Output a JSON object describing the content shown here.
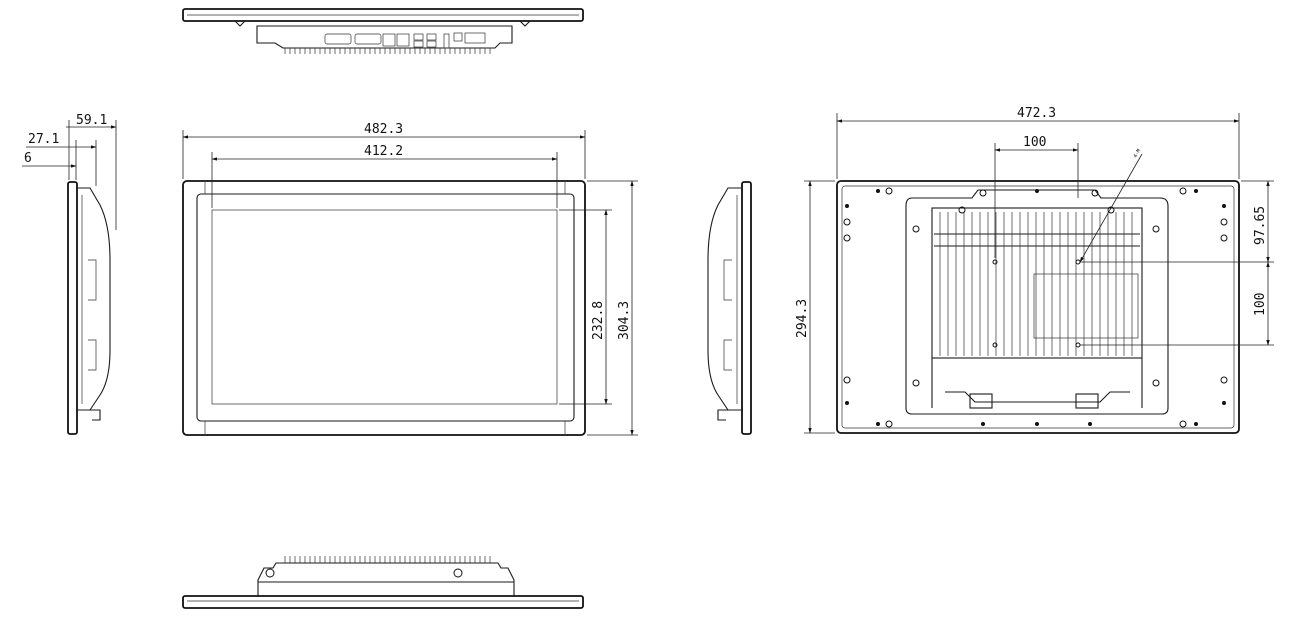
{
  "dimensions": {
    "depth_total": "59.1",
    "depth_mid": "27.1",
    "bezel": "6",
    "front_width": "482.3",
    "display_width": "412.2",
    "display_height": "232.8",
    "front_height": "304.3",
    "rear_width": "472.3",
    "vesa_h": "100",
    "rear_height": "294.3",
    "rear_top_offset": "97.65",
    "vesa_v": "100",
    "screw_label": "4-M"
  }
}
